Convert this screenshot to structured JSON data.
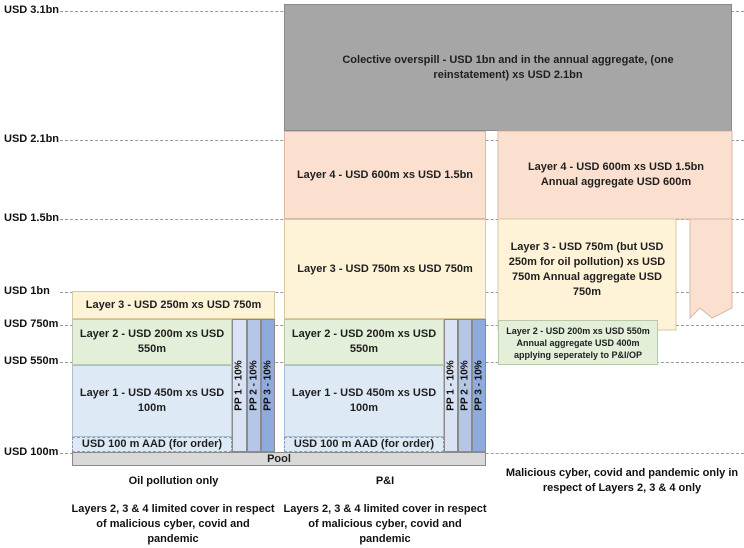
{
  "y_axis": {
    "labels": [
      "USD 3.1bn",
      "USD 2.1bn",
      "USD 1.5bn",
      "USD 1bn",
      "USD 750m",
      "USD 550m",
      "USD 100m"
    ]
  },
  "overspill": "Colective overspill - USD 1bn and in the annual aggregate, (one reinstatement) xs USD 2.1bn",
  "oil_pollution": {
    "layer3": "Layer 3 - USD 250m xs USD 750m",
    "layer2": "Layer 2 - USD 200m xs USD 550m",
    "layer1": "Layer 1 - USD 450m xs USD 100m",
    "aad": "USD 100 m AAD (for order)",
    "pp": [
      "PP 1 - 10%",
      "PP 2 - 10%",
      "PP 3 - 10%"
    ],
    "caption": "Oil pollution only",
    "note": "Layers 2, 3 & 4 limited cover in respect of malicious cyber, covid and pandemic"
  },
  "pi": {
    "layer4": "Layer 4 - USD 600m xs USD 1.5bn",
    "layer3": "Layer 3 - USD 750m xs USD 750m",
    "layer2": "Layer 2 - USD 200m xs USD 550m",
    "layer1": "Layer 1 - USD 450m xs USD 100m",
    "aad": "USD 100 m AAD (for order)",
    "pp": [
      "PP 1 - 10%",
      "PP 2 - 10%",
      "PP 3 - 10%"
    ],
    "caption": "P&I",
    "note": "Layers 2, 3 & 4 limited cover in respect of malicious cyber, covid and pandemic"
  },
  "pool": "Pool",
  "aggregate": {
    "layer4": "Layer 4 - USD 600m xs USD 1.5bn Annual aggregate USD 600m",
    "layer3": "Layer 3 - USD 750m (but USD 250m for oil pollution) xs USD 750m Annual aggregate USD 750m",
    "layer2": "Layer 2 - USD 200m xs USD 550m Annual aggregate USD 400m applying seperately to P&I/OP",
    "caption": "Malicious cyber, covid and pandemic only in respect of Layers 2, 3 & 4 only"
  },
  "colors": {
    "overspill": "#a6a6a6",
    "layer4": "#fbe0d0",
    "layer3": "#fef3d6",
    "layer2": "#e3efd9",
    "layer1": "#ddeaf6",
    "pp1": "#dae3f3",
    "pp2": "#b4c7e7",
    "pp3": "#8faadc",
    "pool": "#d9d9d9"
  }
}
